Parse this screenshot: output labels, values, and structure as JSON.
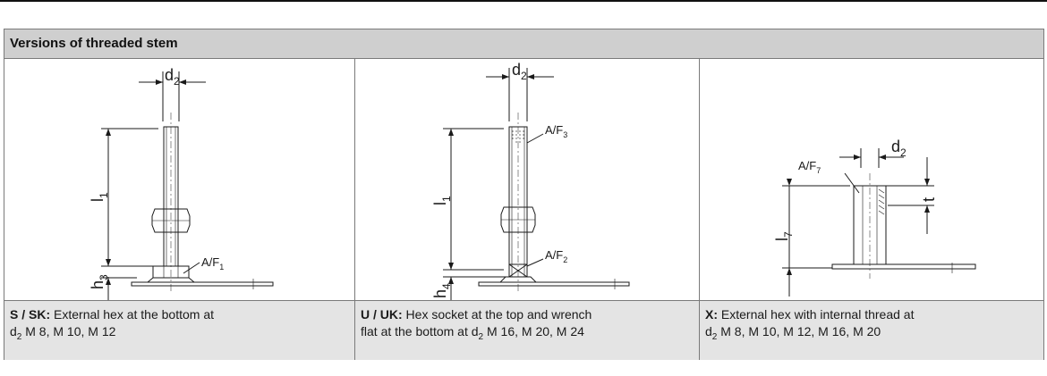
{
  "table": {
    "header": "Versions of threaded stem",
    "columns": [
      {
        "labels": {
          "d": "d",
          "d_sub": "2",
          "l": "l",
          "l_sub": "1",
          "h": "h",
          "h_sub": "3",
          "af": "A/F",
          "af_sub": "1"
        },
        "desc_bold": "S / SK:",
        "desc_line1": " External hex at the bottom at",
        "desc_d": "d",
        "desc_d_sub": "2",
        "desc_sizes": " M 8, M 10, M 12"
      },
      {
        "labels": {
          "d": "d",
          "d_sub": "2",
          "l": "l",
          "l_sub": "1",
          "h": "h",
          "h_sub": "4",
          "af_top": "A/F",
          "af_top_sub": "3",
          "af_bot": "A/F",
          "af_bot_sub": "2"
        },
        "desc_bold": "U / UK:",
        "desc_line1": " Hex socket at the top and wrench",
        "desc_line2_pre": "flat at the bottom at ",
        "desc_d": "d",
        "desc_d_sub": "2",
        "desc_sizes": " M 16, M 20, M 24"
      },
      {
        "labels": {
          "d": "d",
          "d_sub": "2",
          "l": "l",
          "l_sub": "7",
          "af": "A/F",
          "af_sub": "7",
          "t": "t"
        },
        "desc_bold": "X:",
        "desc_line1": " External hex with internal thread at",
        "desc_d": "d",
        "desc_d_sub": "2",
        "desc_sizes": " M 8, M 10, M 12, M 16, M 20"
      }
    ]
  }
}
